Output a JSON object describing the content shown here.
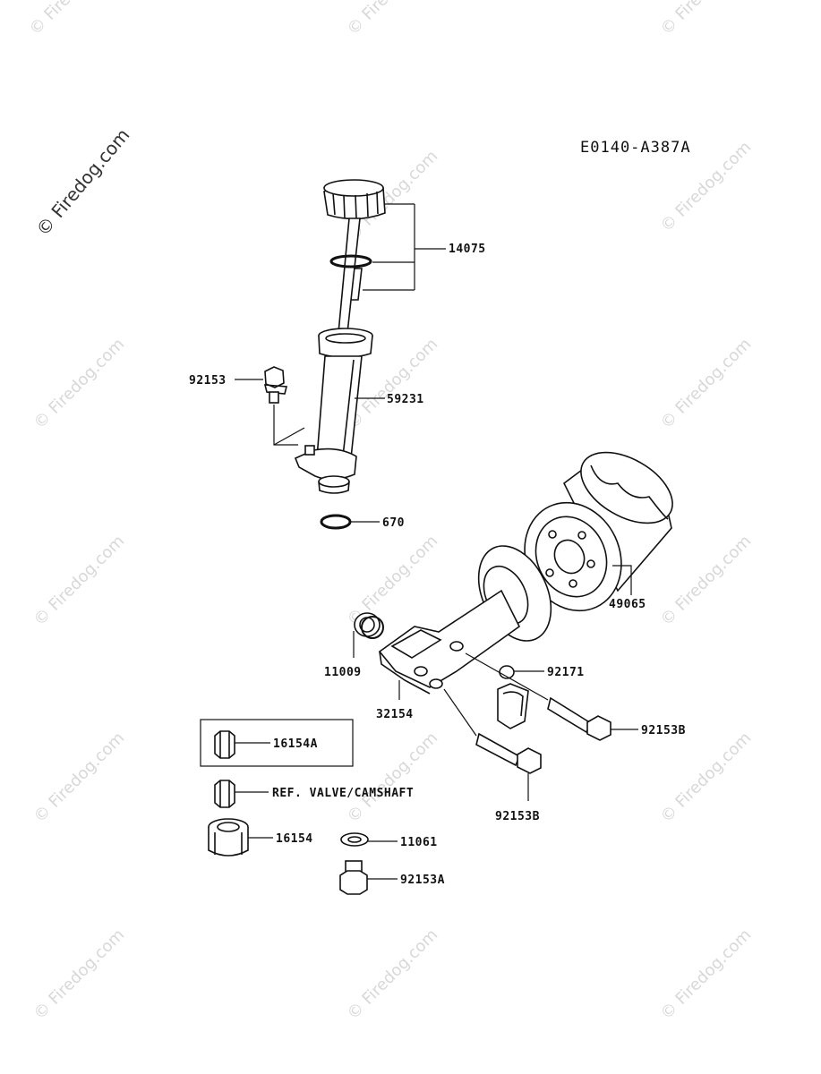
{
  "diagram_code": "E0140-A387A",
  "watermark_main": "© Firedog.com",
  "watermark_repeat": "© Firedog.com",
  "parts": {
    "p14075": "14075",
    "p92153": "92153",
    "p59231": "59231",
    "p670": "670",
    "p49065": "49065",
    "p11009": "11009",
    "p92171": "92171",
    "p32154": "32154",
    "p92153B_a": "92153B",
    "p92153B_b": "92153B",
    "p16154A": "16154A",
    "ref_valve": "REF. VALVE/CAMSHAFT",
    "p16154": "16154",
    "p11061": "11061",
    "p92153A": "92153A"
  }
}
